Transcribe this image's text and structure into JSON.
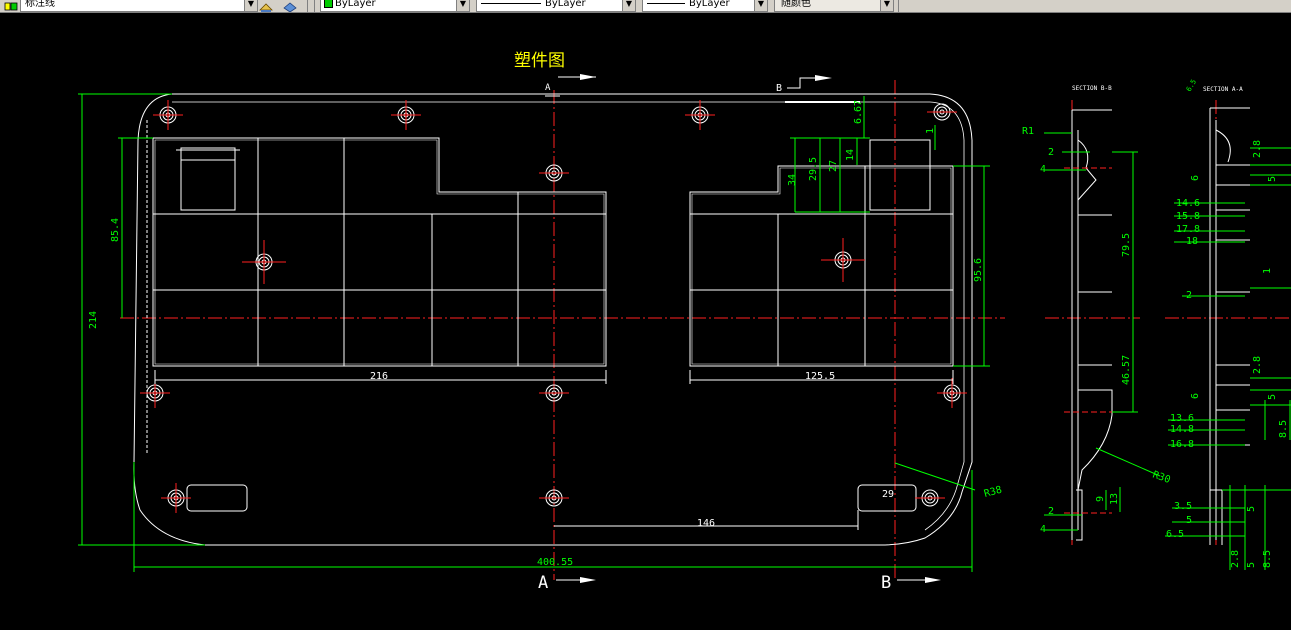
{
  "toolbar": {
    "layer_name": "标注线",
    "color_control": "ByLayer",
    "linetype_control": "ByLayer",
    "lineweight_control": "ByLayer",
    "plotstyle_control": "随颜色"
  },
  "drawing": {
    "title": "塑件图",
    "section_a_top": "A",
    "section_b_top": "B",
    "section_a_bottom": "A",
    "section_b_bottom": "B",
    "section_bb_label": "SECTION B-B",
    "section_aa_label": "SECTION A-A",
    "dims": {
      "overall_width": "400.55",
      "overall_height": "214",
      "left_height": "85.4",
      "right_height": "95.6",
      "left_grid_width": "216",
      "right_grid_width": "125.5",
      "hole_spacing": "146",
      "slot_width": "29",
      "corner_radius": "R38",
      "top_offset": "6.67",
      "d14": "14",
      "d27": "27",
      "d29_5": "29.5",
      "d34": "34",
      "d1": "1"
    },
    "section_bb_dims": {
      "r1": "R1",
      "d2a": "2",
      "d4a": "4",
      "d79_5": "79.5",
      "d46_57": "46.57",
      "r30": "R30",
      "d9": "9",
      "d13": "13",
      "d2b": "2",
      "d4b": "4"
    },
    "section_aa_dims": {
      "a65": "6.5",
      "d2_8a": "2.8",
      "d6a": "6",
      "d5a": "5",
      "d14_6": "14.6",
      "d15_8": "15.8",
      "d17_8": "17.8",
      "d18": "18",
      "d1": "1",
      "d2": "2",
      "d2_8b": "2.8",
      "d6b": "6",
      "d5b": "5",
      "d13_6": "13.6",
      "d14_8": "14.8",
      "d16_8": "16.8",
      "d8_5a": "8.5",
      "d3_5": "3.5",
      "d5c": "5",
      "d5d": "5",
      "d6_5": "6.5",
      "d2_8c": "2.8",
      "d5e": "5",
      "d8_5b": "8.5"
    }
  }
}
